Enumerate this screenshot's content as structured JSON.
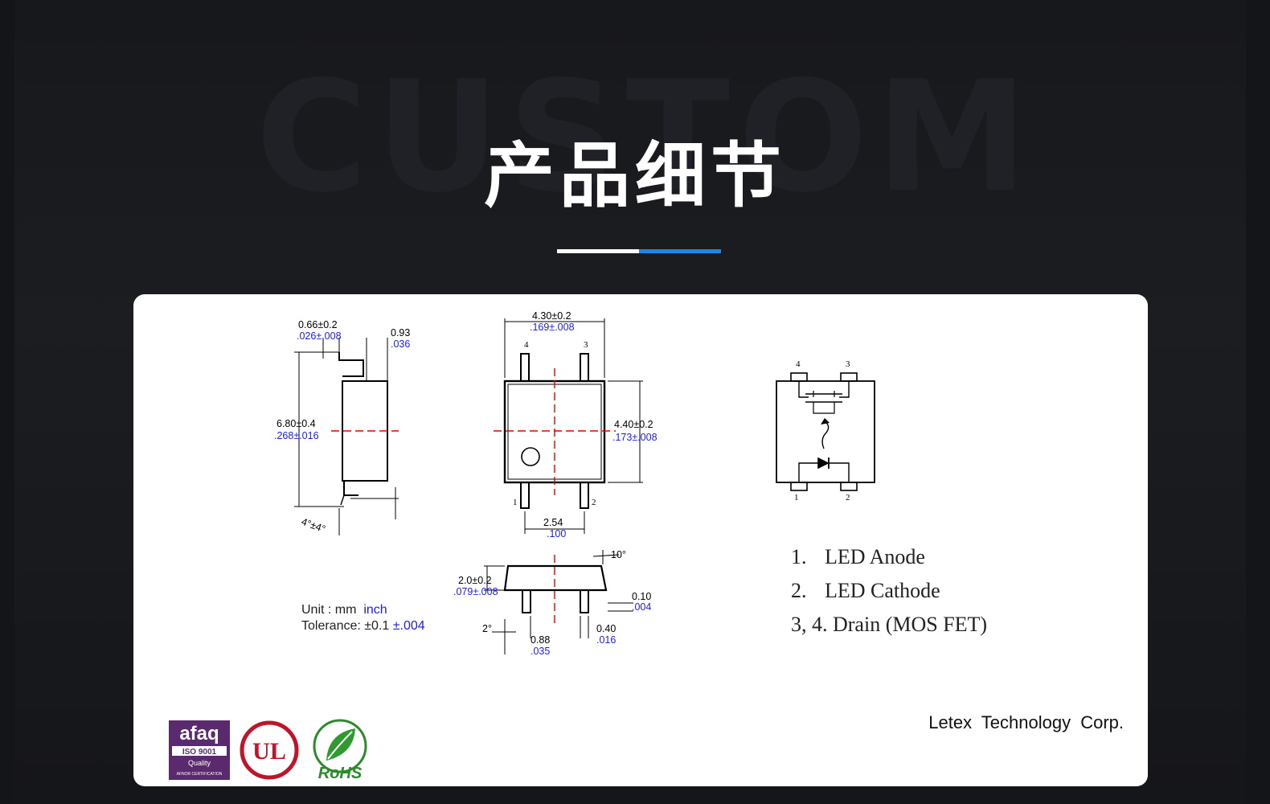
{
  "page": {
    "title": "产品细节",
    "watermark": "CUSTOM"
  },
  "colors": {
    "accent_blue": "#1f86e8",
    "dimension_blue": "#1d1df0",
    "centerline_red": "#e60000",
    "background": "#141518",
    "card": "#ffffff"
  },
  "drawing": {
    "side_view": {
      "lead_pitch_mm": "0.66±0.2",
      "lead_pitch_in": ".026±.008",
      "lead_width_mm": "0.93",
      "lead_width_in": ".036",
      "height_mm": "6.80±0.4",
      "height_in": ".268±.016",
      "angle": "4°±4°"
    },
    "top_view": {
      "width_mm": "4.30±0.2",
      "width_in": ".169±.008",
      "length_mm": "4.40±0.2",
      "length_in": ".173±.008",
      "pitch_mm": "2.54",
      "pitch_in": ".100",
      "pins": [
        "1",
        "2",
        "3",
        "4"
      ]
    },
    "bottom_view": {
      "height_mm": "2.0±0.2",
      "height_in": ".079±.008",
      "angle_top": "10°",
      "angle_bottom": "2°",
      "lead_thk_mm": "0.10",
      "lead_thk_in": ".004",
      "standoff_mm": "0.88",
      "standoff_in": ".035",
      "lead_w_mm": "0.40",
      "lead_w_in": ".016"
    },
    "schematic": {
      "pins": [
        "1",
        "2",
        "3",
        "4"
      ]
    }
  },
  "unit_note": {
    "unit_label": "Unit : mm",
    "unit_inch": "inch",
    "tolerance_label": "Tolerance: ±0.1",
    "tolerance_inch": "±.004"
  },
  "pin_legend": [
    {
      "num": "1.",
      "label": "LED Anode"
    },
    {
      "num": "2.",
      "label": "LED Cathode"
    },
    {
      "num": "3, 4.",
      "label": "Drain (MOS FET)"
    }
  ],
  "company": "Letex Technology Corp.",
  "logos": {
    "afaq": {
      "name": "afaq",
      "line2": "ISO 9001",
      "line3": "Quality",
      "line4": "AFNOR CERTIFICATION"
    },
    "ul": {
      "name": "UL"
    },
    "rohs": {
      "name": "RoHS"
    }
  }
}
